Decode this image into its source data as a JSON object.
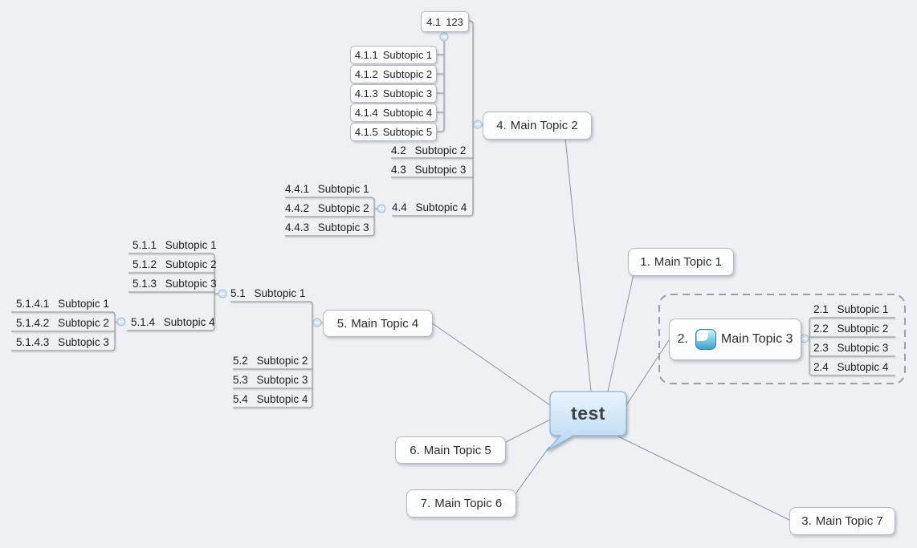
{
  "app": {
    "canvas_background": "#eef0f4"
  },
  "colors": {
    "topic_fill": "#ffffff",
    "topic_border": "#b7b7b7",
    "connector_line": "#9b9b9b",
    "root_edge": "#8d929b",
    "root_fill_top": "#e9f3fd",
    "root_fill_bottom": "#b4d6f2",
    "root_border": "#8ab0d2",
    "boundary_border": "#9aa0a8",
    "collapse_fill": "#d5e4f2",
    "collapse_border": "#a3bdd6",
    "marker_blue": "#3fa3c9"
  },
  "mindmap": {
    "root": {
      "label": "test"
    },
    "main_topics": [
      {
        "num": "1.",
        "label": "Main Topic 1"
      },
      {
        "num": "2.",
        "label": "Main Topic 3",
        "marker": "blue-rounded-square",
        "boundary": true,
        "children": [
          {
            "num": "2.1",
            "label": "Subtopic 1"
          },
          {
            "num": "2.2",
            "label": "Subtopic 2"
          },
          {
            "num": "2.3",
            "label": "Subtopic 3"
          },
          {
            "num": "2.4",
            "label": "Subtopic 4"
          }
        ]
      },
      {
        "num": "3.",
        "label": "Main Topic 7"
      },
      {
        "num": "4.",
        "label": "Main Topic 2",
        "children": [
          {
            "num": "4.1",
            "label": "123",
            "children": [
              {
                "num": "4.1.1",
                "label": "Subtopic 1"
              },
              {
                "num": "4.1.2",
                "label": "Subtopic 2"
              },
              {
                "num": "4.1.3",
                "label": "Subtopic 3"
              },
              {
                "num": "4.1.4",
                "label": "Subtopic 4"
              },
              {
                "num": "4.1.5",
                "label": "Subtopic 5"
              }
            ]
          },
          {
            "num": "4.2",
            "label": "Subtopic 2"
          },
          {
            "num": "4.3",
            "label": "Subtopic 3"
          },
          {
            "num": "4.4",
            "label": "Subtopic 4",
            "children": [
              {
                "num": "4.4.1",
                "label": "Subtopic 1"
              },
              {
                "num": "4.4.2",
                "label": "Subtopic 2"
              },
              {
                "num": "4.4.3",
                "label": "Subtopic 3"
              }
            ]
          }
        ]
      },
      {
        "num": "5.",
        "label": "Main Topic 4",
        "children": [
          {
            "num": "5.1",
            "label": "Subtopic 1",
            "children": [
              {
                "num": "5.1.1",
                "label": "Subtopic 1"
              },
              {
                "num": "5.1.2",
                "label": "Subtopic 2"
              },
              {
                "num": "5.1.3",
                "label": "Subtopic 3"
              },
              {
                "num": "5.1.4",
                "label": "Subtopic 4",
                "children": [
                  {
                    "num": "5.1.4.1",
                    "label": "Subtopic 1"
                  },
                  {
                    "num": "5.1.4.2",
                    "label": "Subtopic 2"
                  },
                  {
                    "num": "5.1.4.3",
                    "label": "Subtopic 3"
                  }
                ]
              }
            ]
          },
          {
            "num": "5.2",
            "label": "Subtopic 2"
          },
          {
            "num": "5.3",
            "label": "Subtopic 3"
          },
          {
            "num": "5.4",
            "label": "Subtopic 4"
          }
        ]
      },
      {
        "num": "6.",
        "label": "Main Topic 5"
      },
      {
        "num": "7.",
        "label": "Main Topic 6"
      }
    ]
  }
}
